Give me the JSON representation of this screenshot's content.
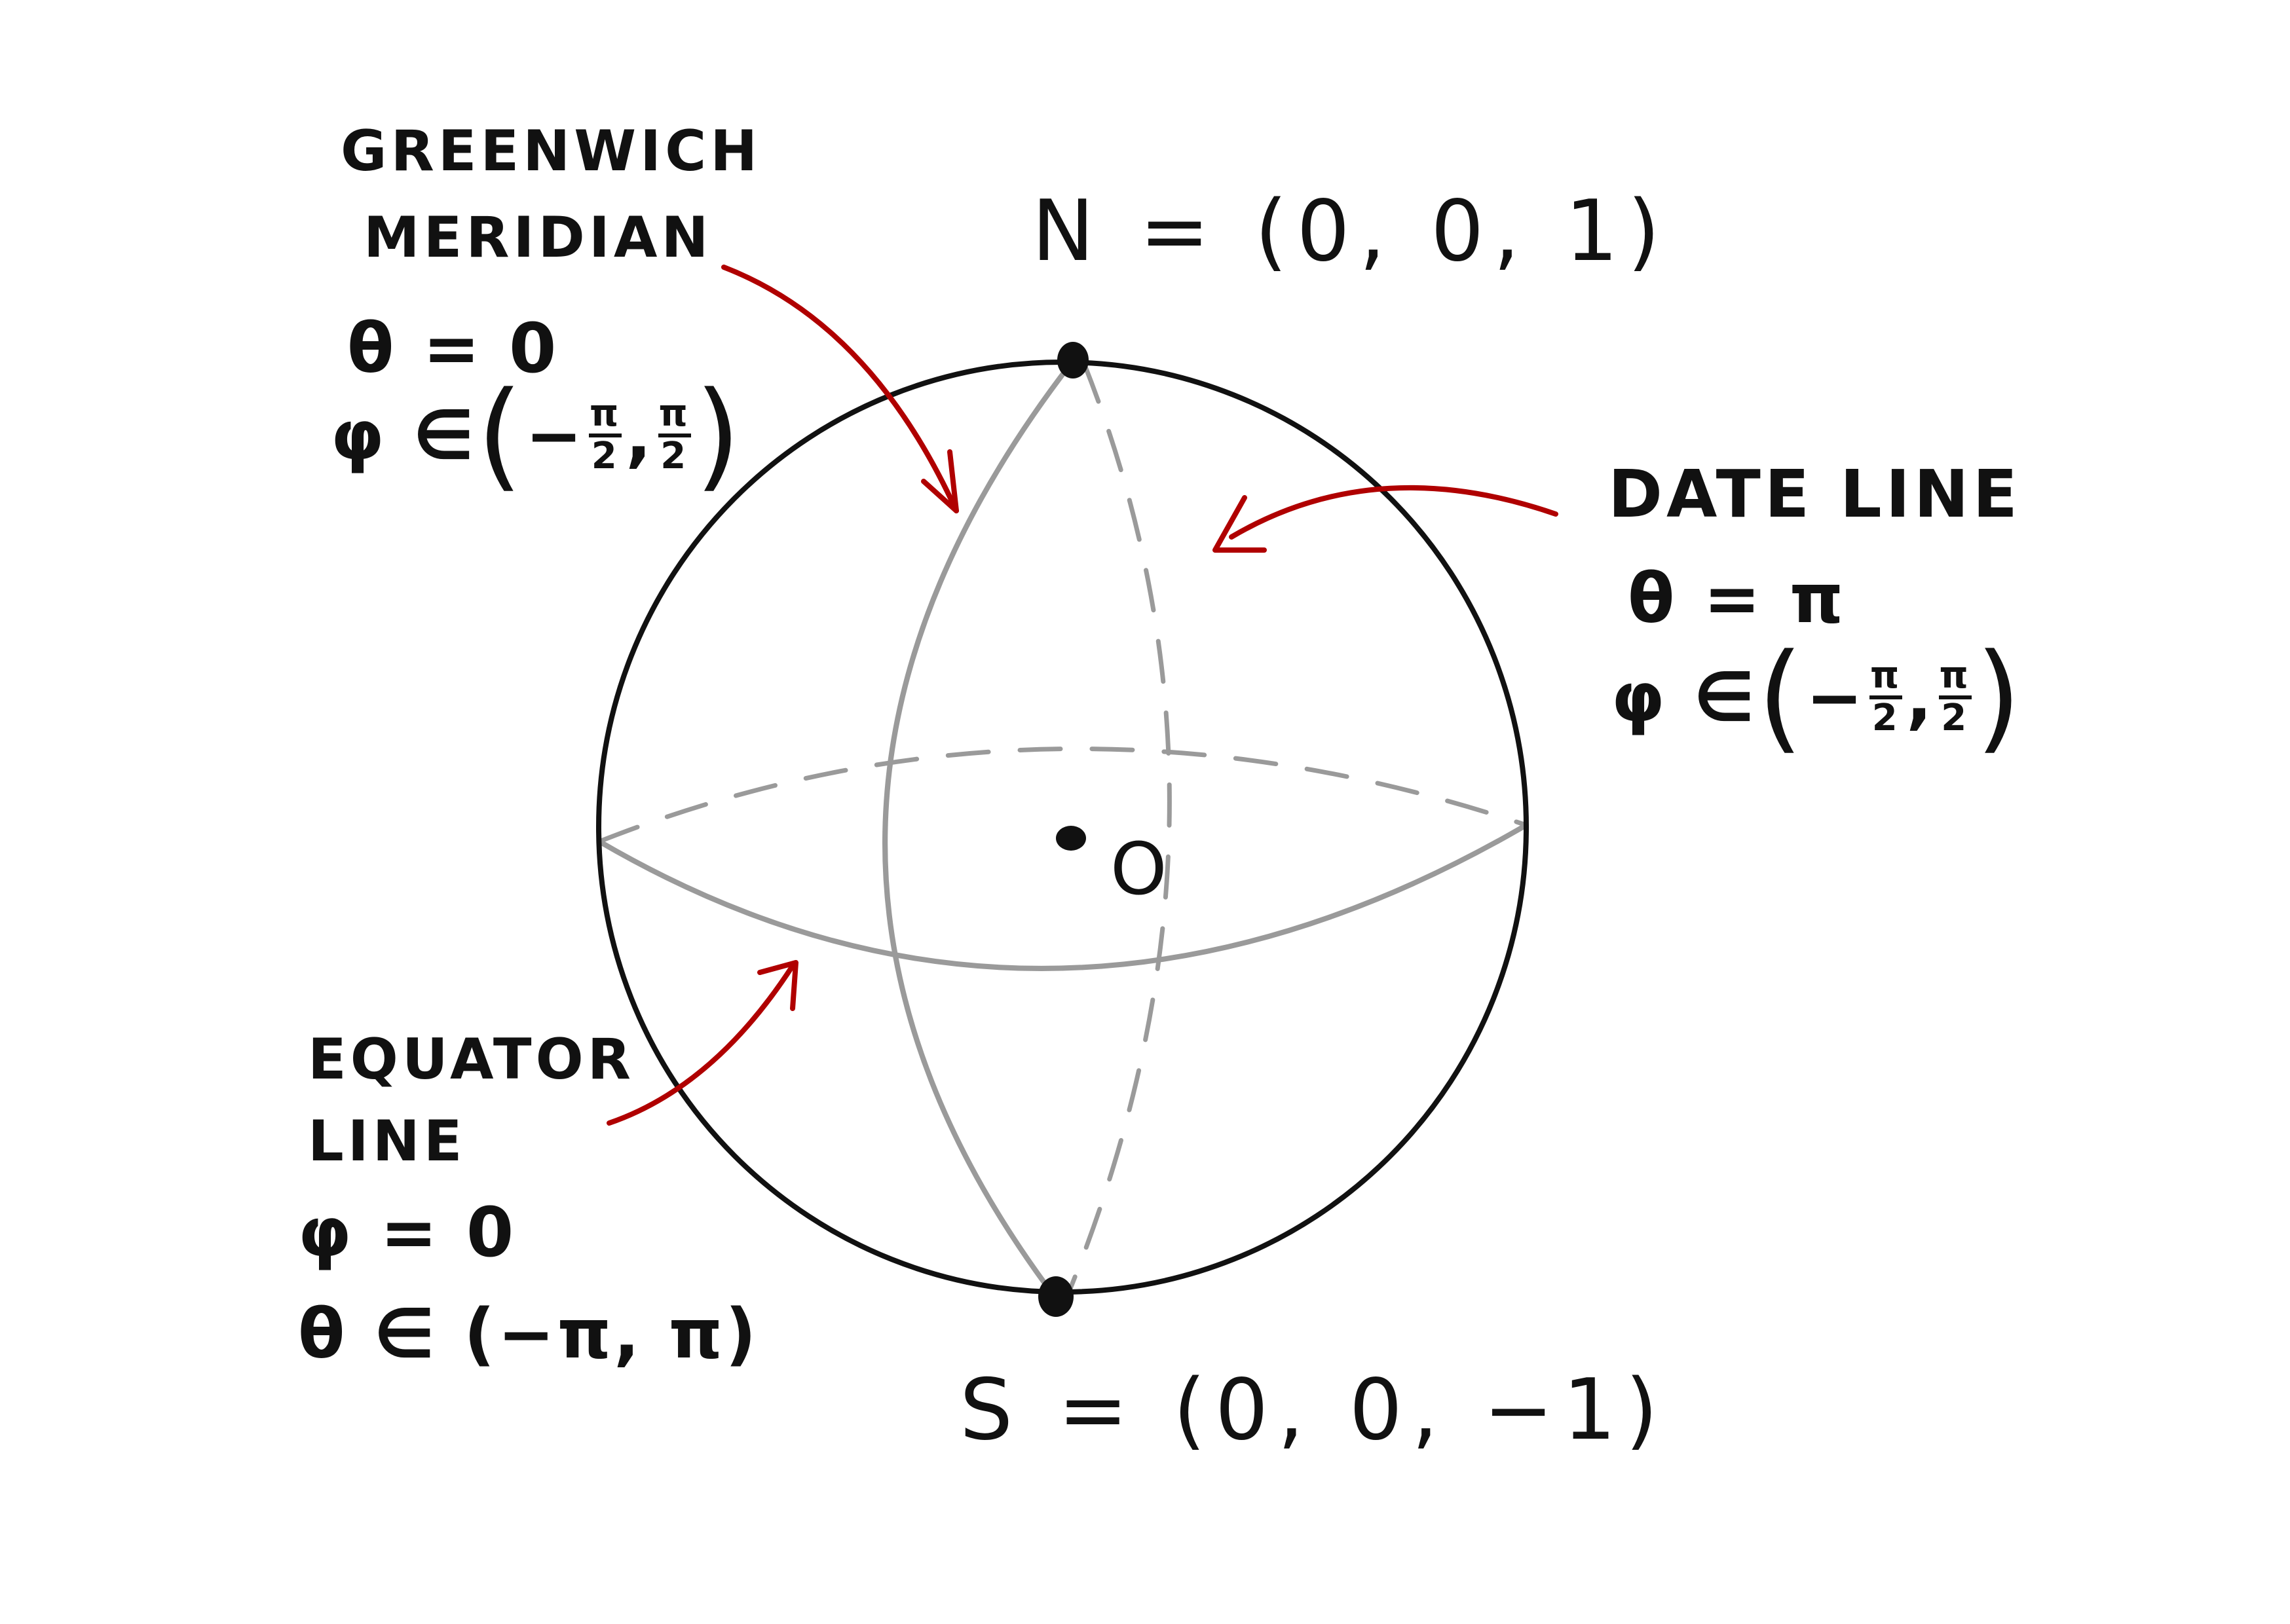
{
  "greenwich": {
    "line1": "GREENWICH",
    "line2": "MERIDIAN",
    "theta_eq": "θ = 0",
    "phi_prefix": "φ ∈",
    "open_paren": "(",
    "minus": "−",
    "pi_num_1": "π",
    "den_1": "2",
    "comma": ",",
    "pi_num_2": "π",
    "den_2": "2",
    "close_paren": ")"
  },
  "dateline": {
    "line1": "DATE LINE",
    "theta_eq": "θ = π",
    "phi_prefix": "φ ∈",
    "open_paren": "(",
    "minus": "−",
    "pi_num_1": "π",
    "den_1": "2",
    "comma": ",",
    "pi_num_2": "π",
    "den_2": "2",
    "close_paren": ")"
  },
  "equator": {
    "line1": "EQUATOR",
    "line2": "LINE",
    "phi_eq": "φ = 0",
    "theta_range": "θ ∈ (−π, π)"
  },
  "north_pole": "N = (0, 0, 1)",
  "south_pole": "S = (0, 0, −1)",
  "center_label": "O",
  "colors": {
    "outline": "#111111",
    "meridian": "#9a9a9a",
    "arrow": "#b00000",
    "background": "#ffffff"
  }
}
